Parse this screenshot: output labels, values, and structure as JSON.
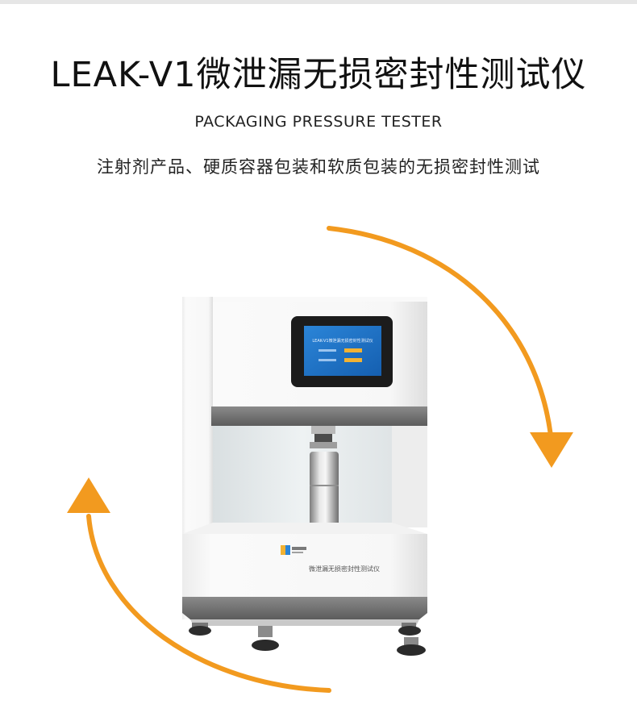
{
  "header": {
    "title": "LEAK-V1微泄漏无损密封性测试仪",
    "subtitle": "PACKAGING PRESSURE TESTER",
    "description": "注射剂产品、硬质容器包装和软质包装的无损密封性测试"
  },
  "device": {
    "screen_title": "LEAK-V1微泄漏无损密封性测试仪",
    "front_label": "微泄漏无损密封性测试仪"
  },
  "colors": {
    "arrow": "#f29a1f",
    "body": "#f4f4f4",
    "band": "#6e6e6e",
    "screen_bg": "#1d73c6"
  }
}
